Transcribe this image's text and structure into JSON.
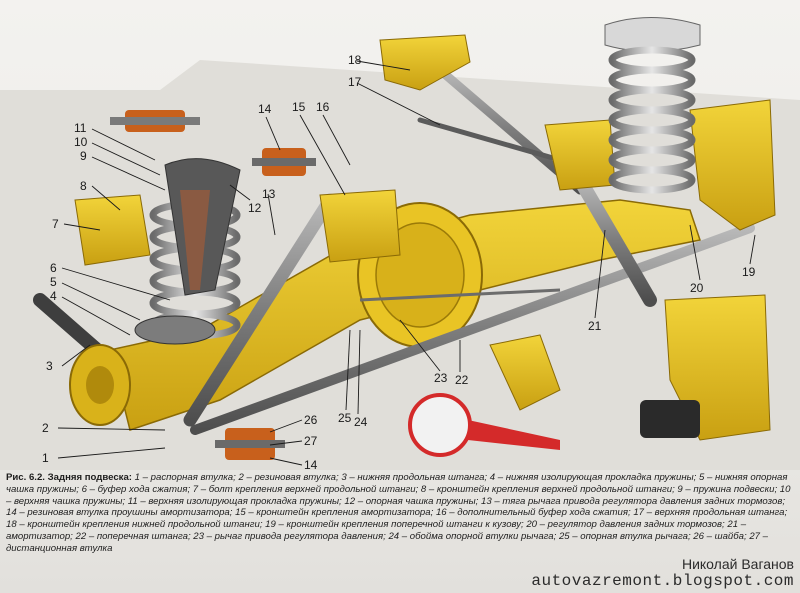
{
  "figure": {
    "caption_label": "Рис. 6.2. Задняя подвеска:",
    "caption_text": "1 – распорная втулка; 2 – резиновая втулка; 3 – нижняя продольная штанга; 4 – нижняя изолирующая прокладка пружины; 5 – нижняя опорная чашка пружины; 6 – буфер хода сжатия; 7 – болт крепления верхней продольной штанги; 8 – кронштейн крепления верхней продольной штанги; 9 – пружина подвески; 10 – верхняя чашка пружины; 11 – верхняя изолирующая прокладка пружины; 12 – опорная чашка пружины; 13 – тяга рычага привода регулятора давления задних тормозов; 14 – резиновая втулка проушины амортизатора; 15 – кронштейн крепления амортизатора; 16 – дополнительный буфер хода сжатия; 17 – верхняя продольная штанга; 18 – кронштейн крепления нижней продольной штанги; 19 – кронштейн крепления поперечной штанги к кузову; 20 – регулятор давления задних тормозов; 21 – амортизатор; 22 – поперечная штанга; 23 – рычаг привода регулятора давления; 24 – обойма опорной втулки рычага; 25 – опорная втулка рычага; 26 – шайба; 27 – дистанционная втулка"
  },
  "callouts": [
    "1",
    "2",
    "3",
    "4",
    "5",
    "6",
    "7",
    "8",
    "9",
    "10",
    "11",
    "12",
    "13",
    "14",
    "15",
    "16",
    "17",
    "18",
    "19",
    "20",
    "21",
    "22",
    "23",
    "24",
    "25",
    "26",
    "27"
  ],
  "callout_14_lower": "14",
  "watermark": {
    "author": "Николай Ваганов",
    "site": "autovazremont.blogspot.com"
  },
  "colors": {
    "part_yellow": "#e8c21e",
    "part_yellow_dark": "#b8920c",
    "steel": "#8a8a8a",
    "rubber": "#c8601c",
    "inset_red": "#d42a2a"
  }
}
